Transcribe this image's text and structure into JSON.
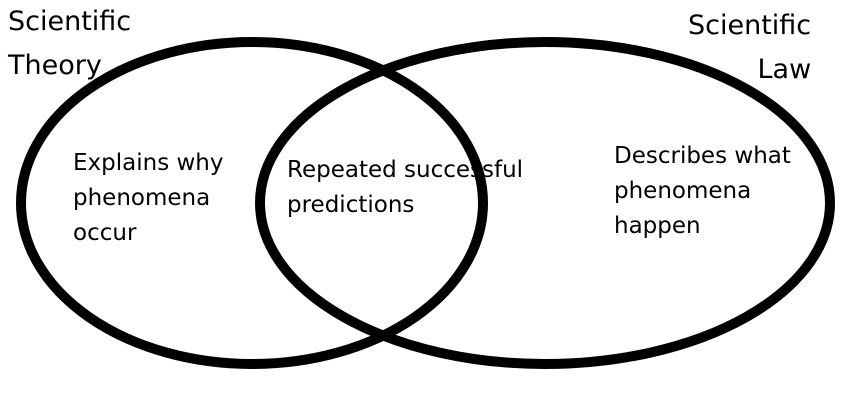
{
  "left_set": {
    "title": "Scientific\nTheory",
    "description": "Explains why\nphenomena\noccur"
  },
  "right_set": {
    "title": "Scientific\nLaw",
    "description": "Describes what\nphenomena\nhappen"
  },
  "overlap": {
    "description": "Repeated successful\npredictions"
  },
  "colors": {
    "stroke": "#000000",
    "background": "#ffffff"
  }
}
